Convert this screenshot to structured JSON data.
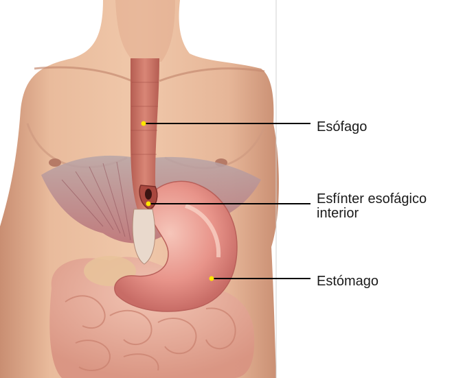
{
  "labels": {
    "esophagus": "Esófago",
    "sphincter_line1": "Esfínter esofágico",
    "sphincter_line2": "interior",
    "stomach": "Estómago"
  },
  "colors": {
    "skin": "#e8b99a",
    "skin_shadow": "#c98e72",
    "esophagus": "#c76b5c",
    "stomach": "#e58d84",
    "stomach_highlight": "#f4c0b4",
    "intestine": "#e7a89a",
    "diaphragm": "#b8717a",
    "leader_line": "#000000",
    "marker_dot": "#ffe600"
  }
}
